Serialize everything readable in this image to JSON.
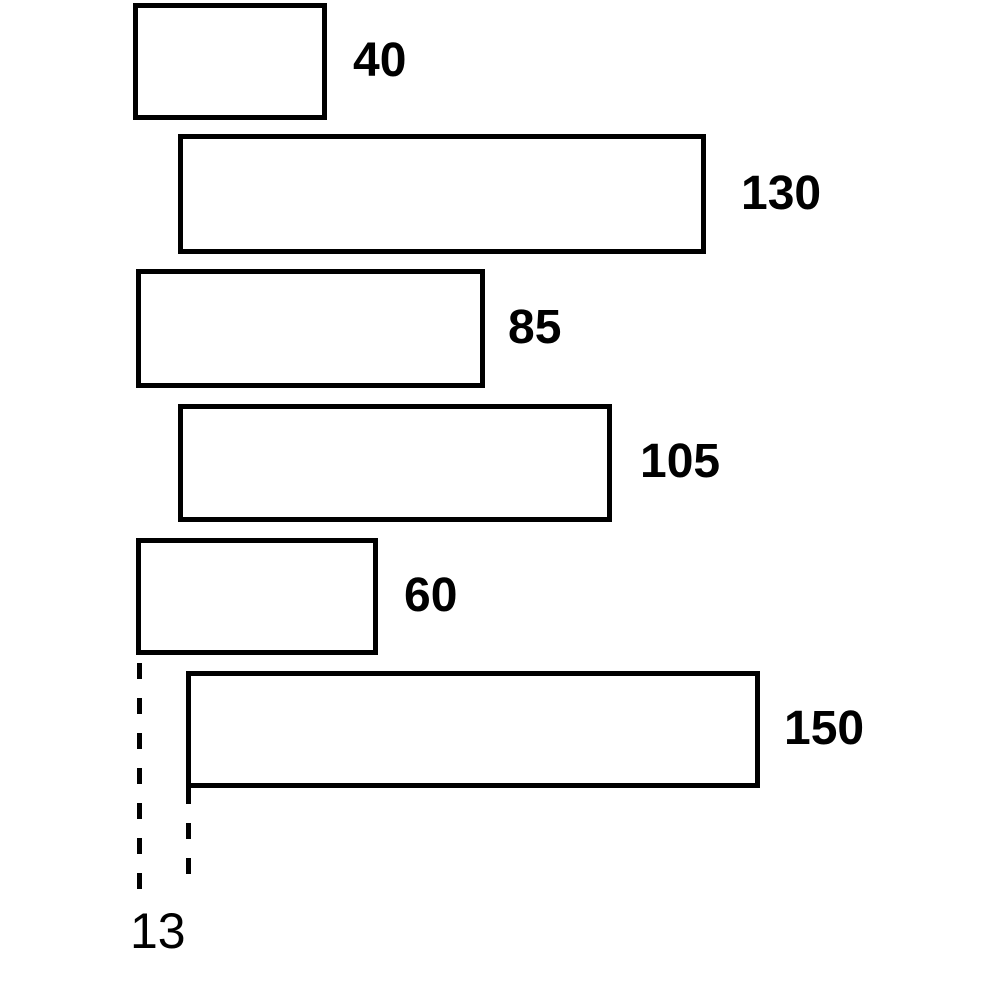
{
  "chart_data": {
    "type": "bar",
    "orientation": "horizontal",
    "grid": false,
    "legend_position": "none",
    "values": [
      40,
      130,
      85,
      105,
      60,
      150
    ],
    "bars": [
      {
        "value": 40,
        "label": "40"
      },
      {
        "value": 130,
        "label": "130"
      },
      {
        "value": 85,
        "label": "85"
      },
      {
        "value": 105,
        "label": "105"
      },
      {
        "value": 60,
        "label": "60"
      },
      {
        "value": 150,
        "label": "150"
      }
    ],
    "annotation": {
      "value": 13,
      "label": "13"
    }
  },
  "colors": {
    "background": "#ffffff",
    "bar_fill": "#ffffff",
    "bar_border": "#000000",
    "text": "#000000",
    "dashed_line": "#000000"
  }
}
